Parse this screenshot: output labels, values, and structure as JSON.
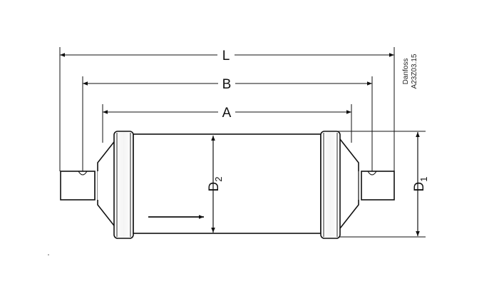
{
  "drawing": {
    "dimensions": {
      "overall_length": "L",
      "inner_length": "B",
      "body_length": "A",
      "shell_diameter_main": "D",
      "shell_diameter_sub": "2",
      "outer_diameter_main": "D",
      "outer_diameter_sub": "1"
    },
    "credit": {
      "brand": "Danfoss",
      "code": "A23Z03.15"
    },
    "colors": {
      "line": "#111111",
      "background": "#ffffff"
    }
  }
}
